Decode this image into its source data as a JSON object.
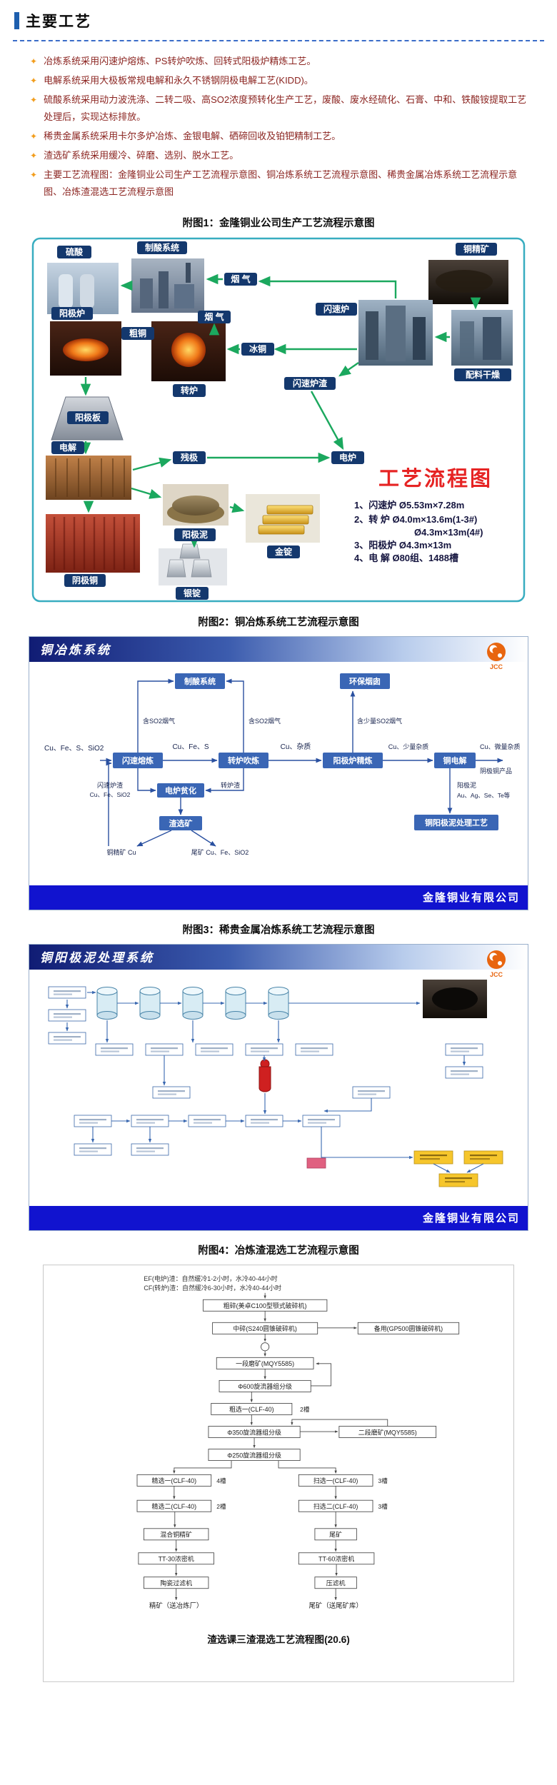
{
  "header": {
    "title": "主要工艺"
  },
  "bullets": [
    "冶炼系统采用闪速炉熔炼、PS转炉吹炼、回转式阳极炉精炼工艺。",
    "电解系统采用大极板常规电解和永久不锈钢阴极电解工艺(KIDD)。",
    "硫酸系统采用动力波洗涤、二转二吸、高SO2浓度预转化生产工艺，废酸、废水经硫化、石膏、中和、铁酸铵提取工艺处理后，实现达标排放。",
    "稀贵金属系统采用卡尔多炉冶炼、金银电解、硒碲回收及铂钯精制工艺。",
    "渣选矿系统采用缓冷、碎磨、选别、脱水工艺。",
    "主要工艺流程图：金隆铜业公司生产工艺流程示意图、铜冶炼系统工艺流程示意图、稀贵金属冶炼系统工艺流程示意图、冶炼渣混选工艺流程示意图"
  ],
  "fig1": {
    "caption": "附图1：金隆铜业公司生产工艺流程示意图",
    "labels": {
      "sulfuric_acid": "硫酸",
      "acid_system": "制酸系统",
      "flue_gas_1": "烟 气",
      "flue_gas_2": "烟 气",
      "copper_concentrate": "铜精矿",
      "flash_furnace": "闪速炉",
      "batching_drying": "配料干燥",
      "anode_furnace": "阳极炉",
      "blister_copper": "粗铜",
      "converter": "转炉",
      "matte": "冰铜",
      "flash_slag": "闪速炉渣",
      "anode_plate": "阳极板",
      "electrolysis": "电解",
      "scrap_anode": "残极",
      "electric_furnace": "电炉",
      "anode_slime": "阳极泥",
      "gold_ingot": "金锭",
      "cathode_copper": "阴极铜",
      "silver_ingot": "银锭"
    },
    "flow_title": "工艺流程图",
    "legend": [
      "1、闪速炉 Ø5.53m×7.28m",
      "2、转 炉 Ø4.0m×13.6m(1-3#)",
      "Ø4.3m×13m(4#)",
      "3、阳极炉 Ø4.3m×13m",
      "4、电 解 Ø80组、1488槽"
    ]
  },
  "fig2": {
    "caption": "附图2：铜冶炼系统工艺流程示意图",
    "title": "铜冶炼系统",
    "logo_text": "JCC",
    "footer": "金隆铜业有限公司",
    "boxes": {
      "flash_smelting": "闪速熔炼",
      "converting": "转炉吹炼",
      "anode_refining": "阳极炉精炼",
      "electrorefining": "铜电解",
      "acid_plant": "制酸系统",
      "env_stack": "环保烟囱",
      "ef_cleaning": "电炉贫化",
      "slag_flotation": "渣选矿",
      "slime_process": "铜阳极泥处理工艺"
    },
    "streams": {
      "feed": "Cu、Fe、S、SiO2",
      "matte": "Cu、Fe、S",
      "blister": "Cu、杂质",
      "anode": "Cu、少量杂质",
      "cathode_1": "Cu、微量杂质",
      "cathode_2": "阴极铜产品",
      "gas_1": "含SO2烟气",
      "gas_2": "含SO2烟气",
      "gas_3": "含少量SO2烟气",
      "flash_slag_1": "闪速炉渣",
      "flash_slag_2": "Cu、Fe、SiO2",
      "conv_slag": "转炉渣",
      "concentrate": "铜精矿 Cu",
      "tailings": "尾矿 Cu、Fe、SiO2",
      "slime_1": "阳极泥",
      "slime_2": "Au、Ag、Se、Te等"
    }
  },
  "fig3": {
    "caption": "附图3：稀贵金属冶炼系统工艺流程示意图",
    "title": "铜阳极泥处理系统",
    "logo_text": "JCC",
    "footer": "金隆铜业有限公司"
  },
  "fig4": {
    "caption": "附图4：冶炼渣混选工艺流程示意图",
    "notes": [
      "EF(电炉)渣：自然缓冷1-2小时，水冷40-44小时",
      "CF(转炉)渣：自然缓冷6-30小时，水冷40-44小时"
    ],
    "nodes": {
      "coarse_crush": "粗碎(美卓C100型颚式破碎机)",
      "mid_crush": "中碎(S240圆锥破碎机)",
      "spare_crush": "备用(GP500圆锥破碎机)",
      "mill_1": "一段磨矿(MQY5585)",
      "cyclone_600": "Φ600旋流器组分级",
      "rougher_1": "粗选一(CLF-40)",
      "rougher_1_cells": "2槽",
      "cyclone_350": "Φ350旋流器组分级",
      "mill_2": "二段磨矿(MQY5585)",
      "cyclone_250": "Φ250旋流器组分级",
      "cleaner_1": "精选一(CLF-40)",
      "cleaner_1_cells": "4槽",
      "scavenger_1": "扫选一(CLF-40)",
      "scavenger_1_cells": "3槽",
      "cleaner_2": "精选二(CLF-40)",
      "cleaner_2_cells": "2槽",
      "scavenger_2": "扫选二(CLF-40)",
      "scavenger_2_cells": "3槽",
      "mixed_concentrate": "混合铜精矿",
      "tailings": "尾矿",
      "thickener_30": "TT-30浓密机",
      "thickener_60": "TT-60浓密机",
      "ceramic_filter": "陶瓷过滤机",
      "filter_press": "压滤机",
      "concentrate_out": "精矿（送冶炼厂）",
      "tailings_out": "尾矿（送尾矿库）"
    },
    "bottom_caption": "渣选课三渣混选工艺流程图(20.6)"
  }
}
